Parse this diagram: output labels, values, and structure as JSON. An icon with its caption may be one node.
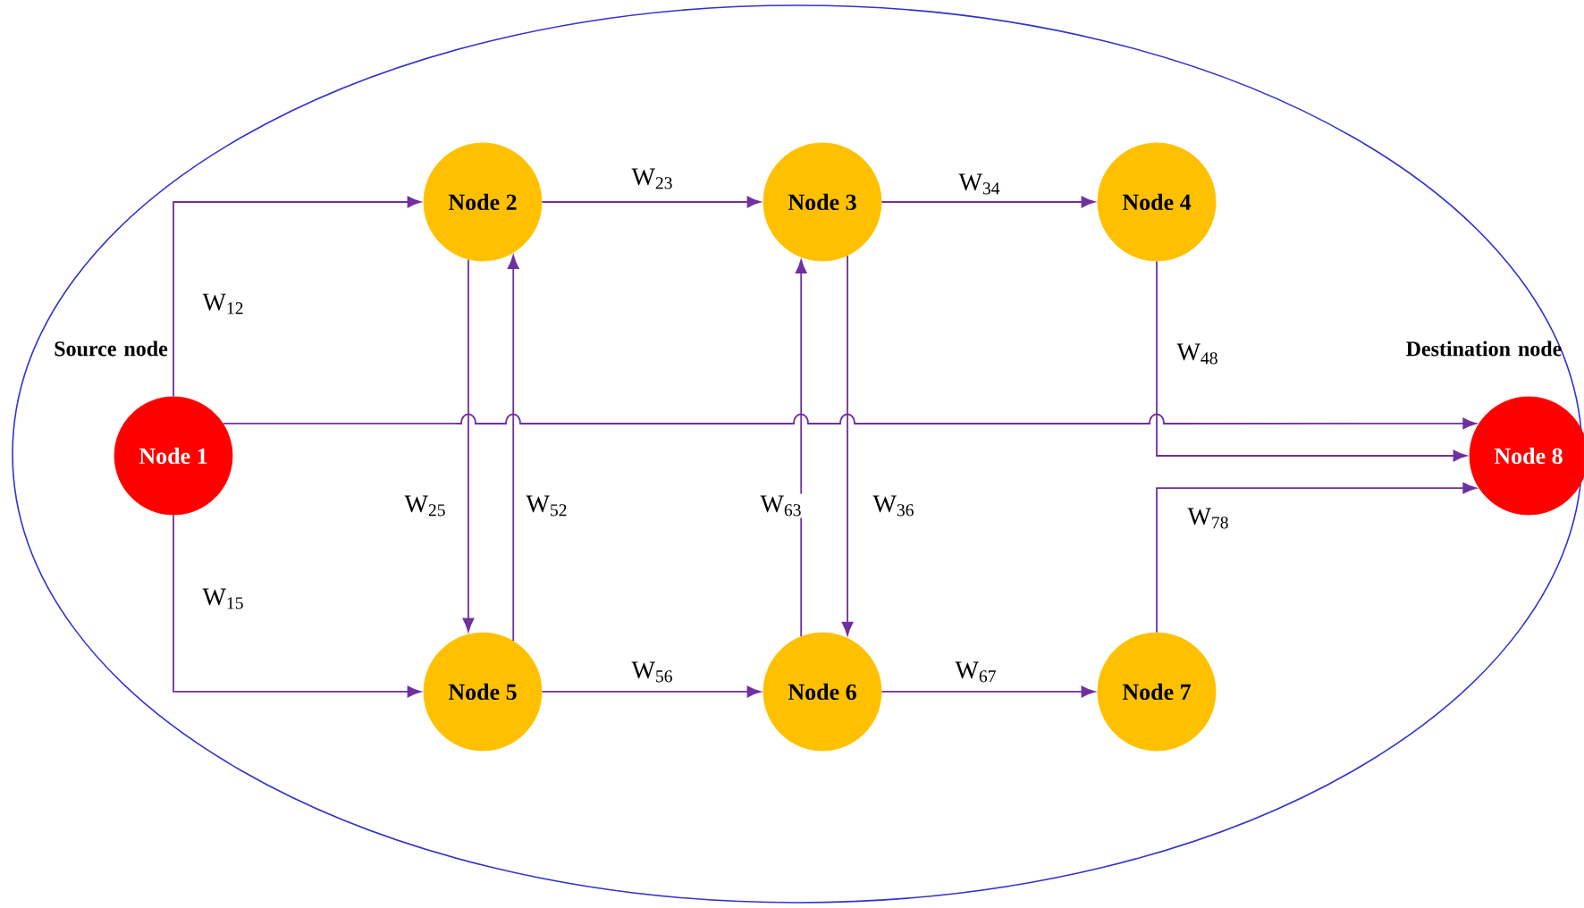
{
  "diagram": {
    "nodes": [
      {
        "text": [],
        "shape": "ellipse"
      },
      {
        "text": [
          "Node 1"
        ],
        "beside": [
          "Source node"
        ],
        "in": 0
      },
      {
        "text": [
          "Node 2"
        ],
        "in": 0
      },
      {
        "text": [
          "Node 3"
        ],
        "in": 0
      },
      {
        "text": [
          "Node 4"
        ],
        "in": 0
      },
      {
        "text": [
          "Node 5"
        ],
        "in": 0
      },
      {
        "text": [
          "Node 6"
        ],
        "in": 0
      },
      {
        "text": [
          "Node 7"
        ],
        "in": 0
      },
      {
        "text": [
          "Node 8"
        ],
        "beside": [
          "Destination node"
        ],
        "in": 0
      }
    ],
    "edges": [
      {
        "from": 1,
        "to": 2,
        "arrow": "to",
        "label": "W$_{12}$"
      },
      {
        "from": 1,
        "to": 5,
        "arrow": "to",
        "label": "W$_{15}$"
      },
      {
        "from": 1,
        "to": 8,
        "arrow": "to"
      },
      {
        "from": 2,
        "to": 3,
        "arrow": "to",
        "label": "W$_{23}$"
      },
      {
        "from": 3,
        "to": 4,
        "arrow": "to",
        "label": "W$_{34}$"
      },
      {
        "from": 2,
        "to": 5,
        "arrow": "to",
        "label": "W$_{25}$"
      },
      {
        "from": 5,
        "to": 2,
        "arrow": "to",
        "label": "W$_{52}$"
      },
      {
        "from": 6,
        "to": 3,
        "arrow": "to",
        "label": "W$_{63}$"
      },
      {
        "from": 3,
        "to": 6,
        "arrow": "to",
        "label": "W$_{36}$"
      },
      {
        "from": 4,
        "to": 8,
        "arrow": "to",
        "label": "W$_{48}$"
      },
      {
        "from": 7,
        "to": 8,
        "arrow": "to",
        "label": "W$_{78}$"
      },
      {
        "from": 5,
        "to": 6,
        "arrow": "to",
        "label": "W$_{56}$"
      },
      {
        "from": 6,
        "to": 7,
        "arrow": "to",
        "label": "W$_{67}$"
      }
    ]
  }
}
